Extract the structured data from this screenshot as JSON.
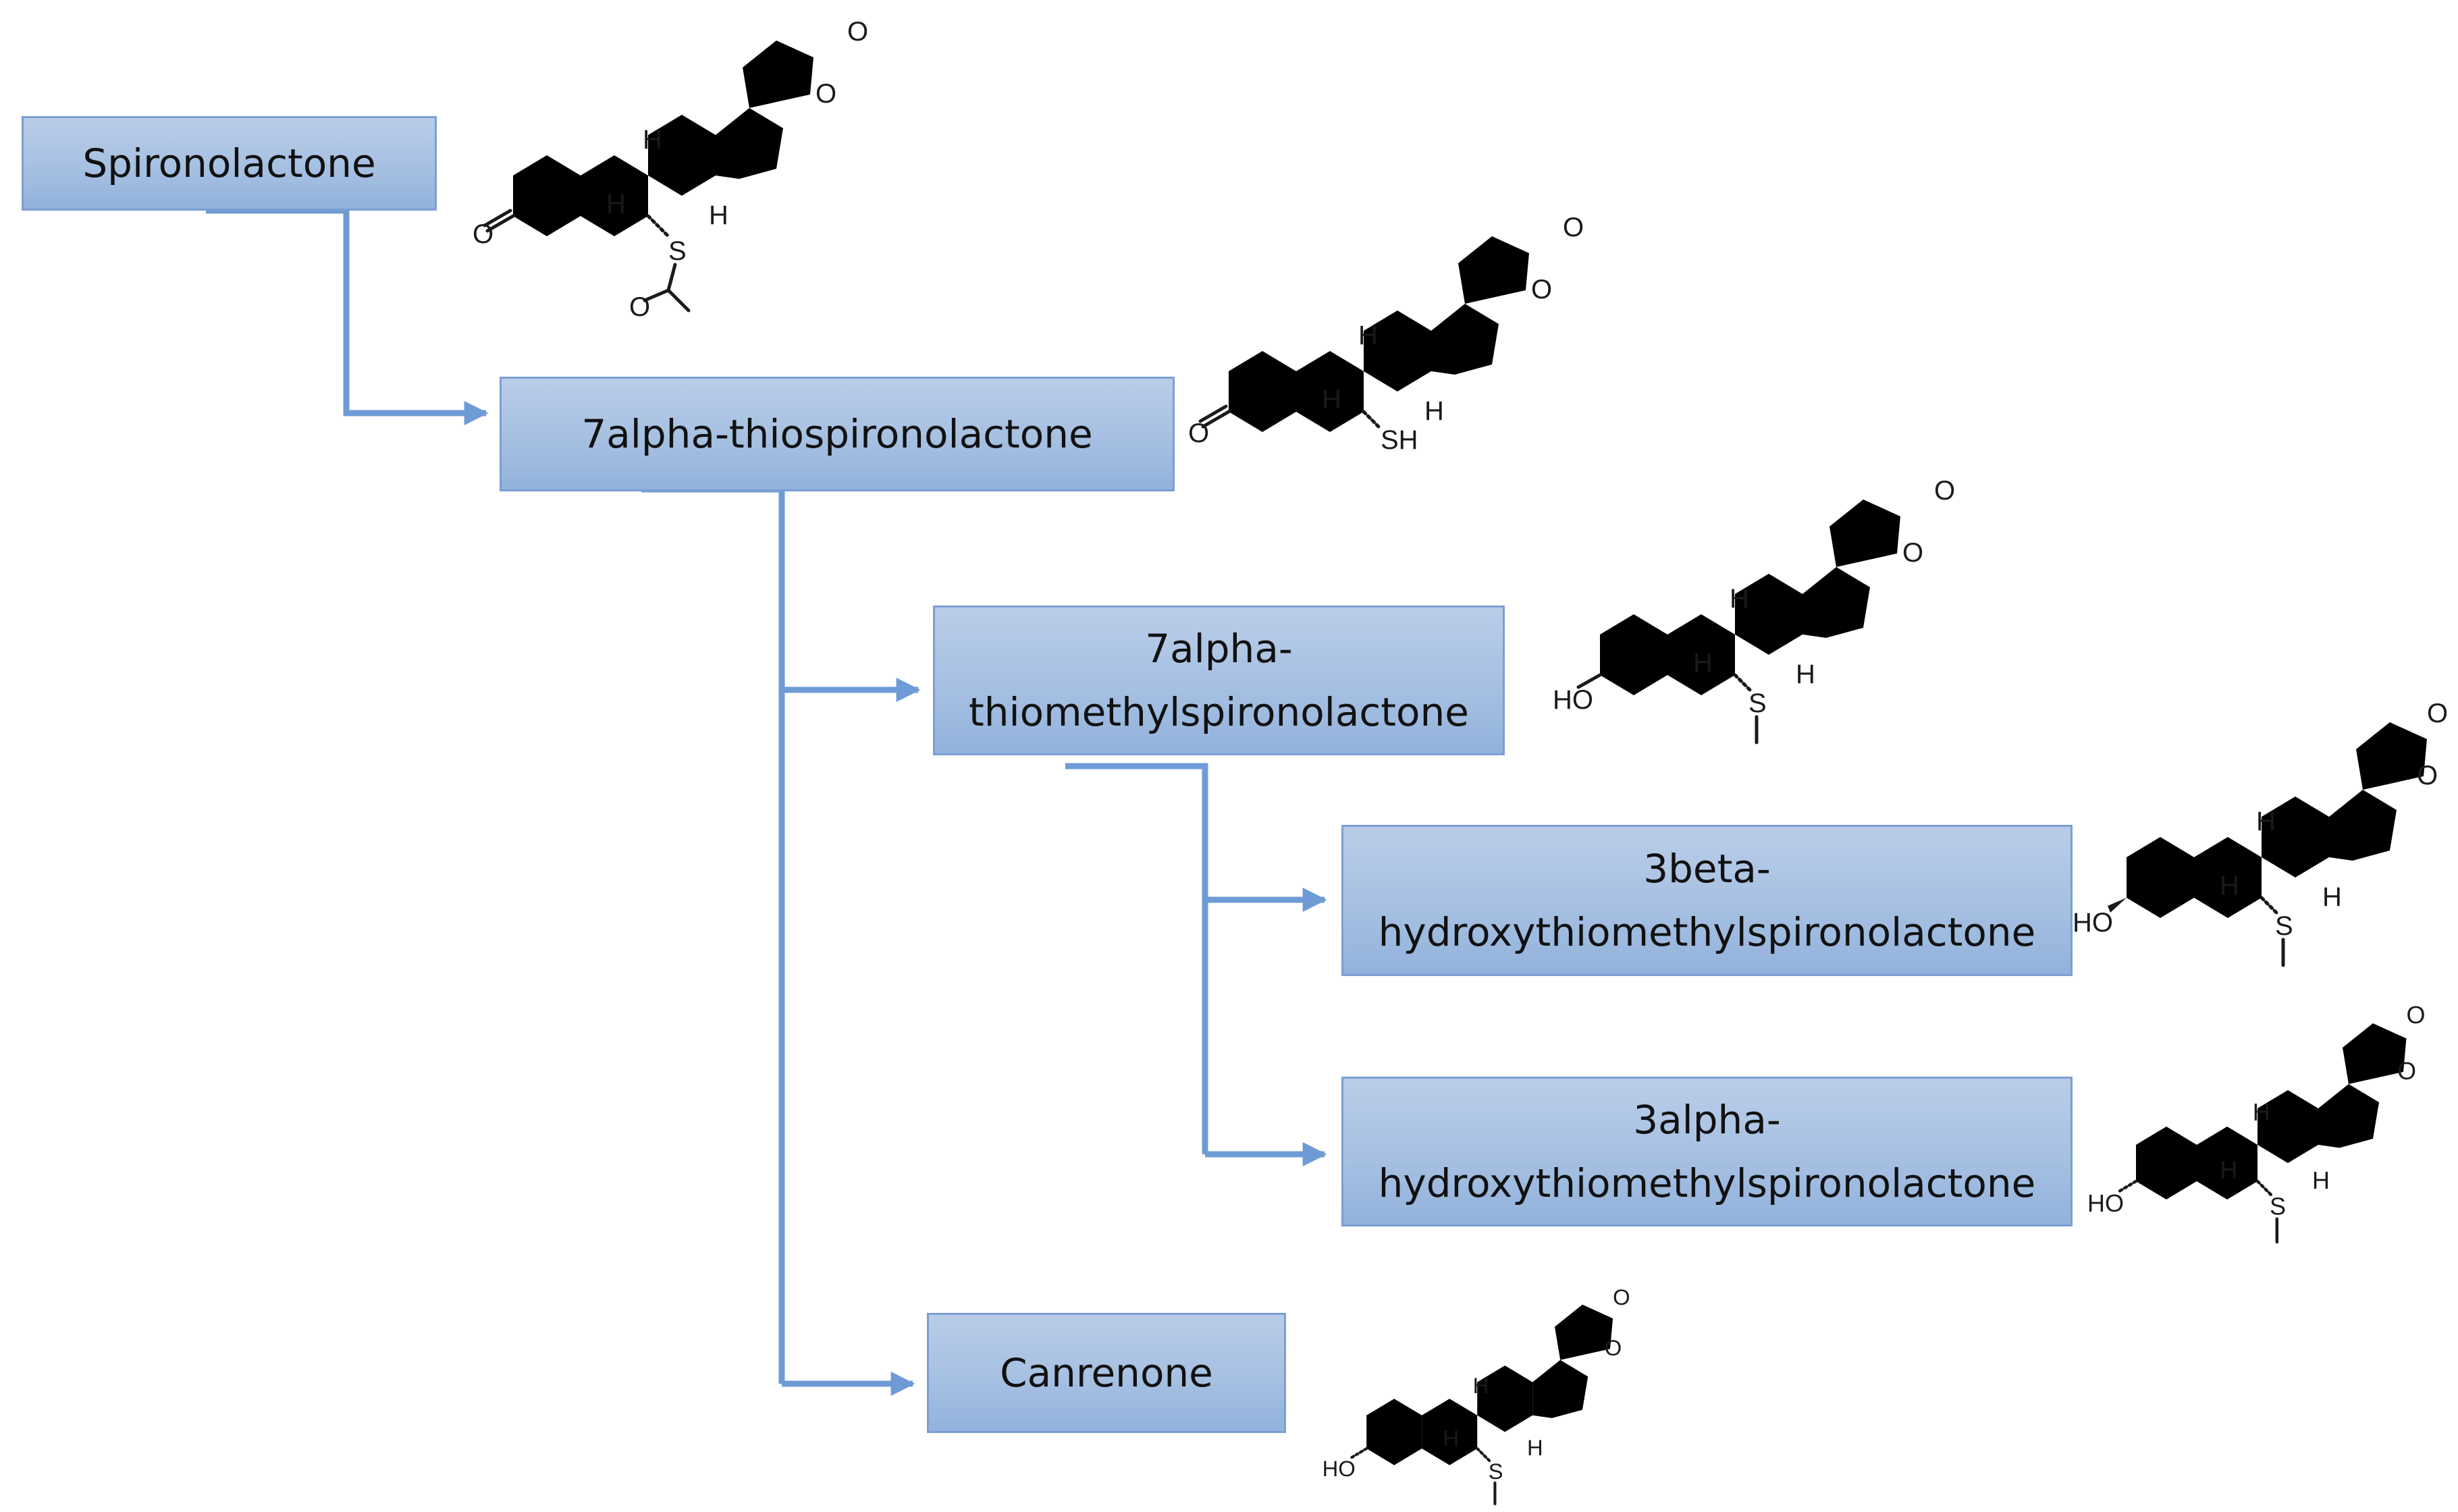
{
  "nodes": {
    "spironolactone": "Spironolactone",
    "thiospironolactone": "7alpha-thiospironolactone",
    "thiomethyl": [
      "7alpha-",
      "thiomethylspironolactone"
    ],
    "beta_hydroxy": [
      "3beta-",
      "hydroxythiomethylspironolactone"
    ],
    "alpha_hydroxy": [
      "3alpha-",
      "hydroxythiomethylspironolactone"
    ],
    "canrenone": "Canrenone"
  },
  "structure_labels": {
    "oxo": "O",
    "ring_o": "O",
    "h": "H",
    "s": "S",
    "sh": "SH",
    "ho": "HO"
  },
  "colors": {
    "box_fill": "#a6c0e2",
    "box_border": "#7b9fd2",
    "connector": "#6e9bd6"
  }
}
